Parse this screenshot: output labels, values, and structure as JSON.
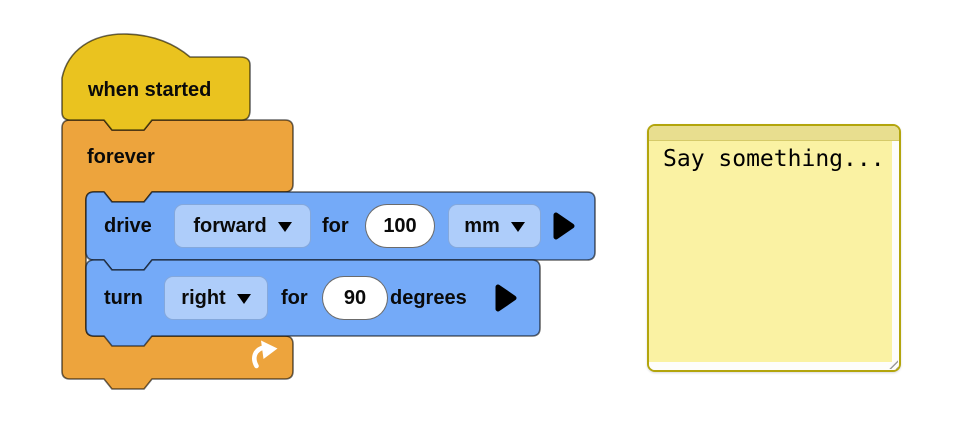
{
  "canvas": {
    "background": "#ffffff"
  },
  "colors": {
    "hat_fill": "#eac31f",
    "control_fill": "#eda43d",
    "drive_fill": "#74aaf8",
    "dropdown_fill": "#aecdfa",
    "dropdown_border": "#84a8dc",
    "outline": "rgba(0,0,0,0.58)",
    "note_border": "#b3a50d",
    "note_header": "#e8de8f",
    "note_body": "#faf2a3",
    "label_color": "#0a0a0a",
    "note_text_color": "#000000"
  },
  "icons": {
    "dropdown_arrow": "caret-down-triangle",
    "expand_arrow": "right-play-triangle",
    "loop_arrow": "curved-repeat-arrow",
    "resize_grip": "diagonal-resize-lines"
  },
  "blocks": {
    "when_started": {
      "label": "when started"
    },
    "forever": {
      "label": "forever"
    },
    "drive": {
      "verb": "drive",
      "direction": "forward",
      "for_label": "for",
      "distance": "100",
      "unit": "mm"
    },
    "turn": {
      "verb": "turn",
      "direction": "right",
      "for_label": "for",
      "angle": "90",
      "suffix": "degrees"
    }
  },
  "note": {
    "text": "Say something..."
  }
}
